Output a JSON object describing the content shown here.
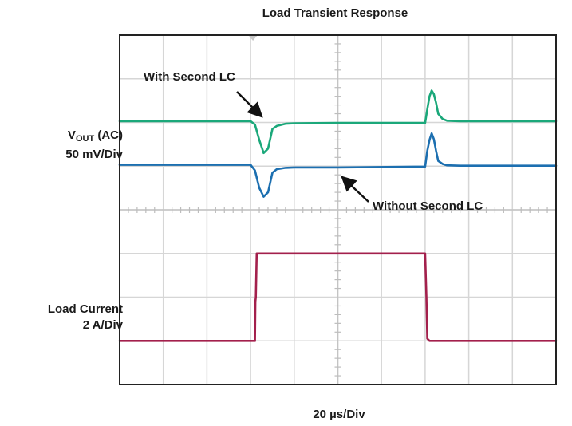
{
  "chart_data": {
    "type": "line",
    "title": "Load Transient Response",
    "xlabel": "20 µs/Div",
    "x_divisions": 10,
    "y_divisions": 8,
    "grid": true,
    "upper_axis": {
      "label_main": "V",
      "label_sub": "OUT",
      "label_suffix": " (AC)",
      "scale": "50 mV/Div"
    },
    "lower_axis": {
      "label_line1": "Load Current",
      "scale": "2 A/Div"
    },
    "series": [
      {
        "name": "With Second LC",
        "color": "#1ba87a",
        "x_us": [
          0,
          60,
          62,
          64,
          66,
          68,
          70,
          72,
          76,
          80,
          100,
          140,
          141,
          142,
          143,
          144,
          145,
          146,
          148,
          150,
          156,
          160,
          200
        ],
        "y_div": [
          6.03,
          6.03,
          5.95,
          5.6,
          5.3,
          5.4,
          5.85,
          5.92,
          5.97,
          5.98,
          5.99,
          5.99,
          6.3,
          6.6,
          6.73,
          6.65,
          6.45,
          6.2,
          6.08,
          6.04,
          6.03,
          6.03,
          6.03
        ]
      },
      {
        "name": "Without Second LC",
        "color": "#1c6fb0",
        "x_us": [
          0,
          60,
          62,
          64,
          66,
          68,
          70,
          72,
          76,
          80,
          100,
          140,
          141,
          142,
          143,
          144,
          145,
          146,
          148,
          150,
          156,
          160,
          200
        ],
        "y_div": [
          5.03,
          5.03,
          4.9,
          4.5,
          4.3,
          4.4,
          4.85,
          4.93,
          4.96,
          4.97,
          4.97,
          4.99,
          5.35,
          5.6,
          5.75,
          5.62,
          5.35,
          5.12,
          5.05,
          5.02,
          5.01,
          5.01,
          5.01
        ]
      },
      {
        "name": "Load Current",
        "color": "#a3204c",
        "x_us": [
          0,
          62,
          62.2,
          62.4,
          62.8,
          140,
          140.6,
          141,
          142,
          200
        ],
        "y_div": [
          1.0,
          1.0,
          1.9,
          2.0,
          3.0,
          3.0,
          2.0,
          1.05,
          1.0,
          1.0
        ]
      }
    ],
    "annotations": [
      {
        "text": "With Second LC",
        "target_series": "With Second LC"
      },
      {
        "text": "Without Second LC",
        "target_series": "Without Second LC"
      }
    ]
  }
}
